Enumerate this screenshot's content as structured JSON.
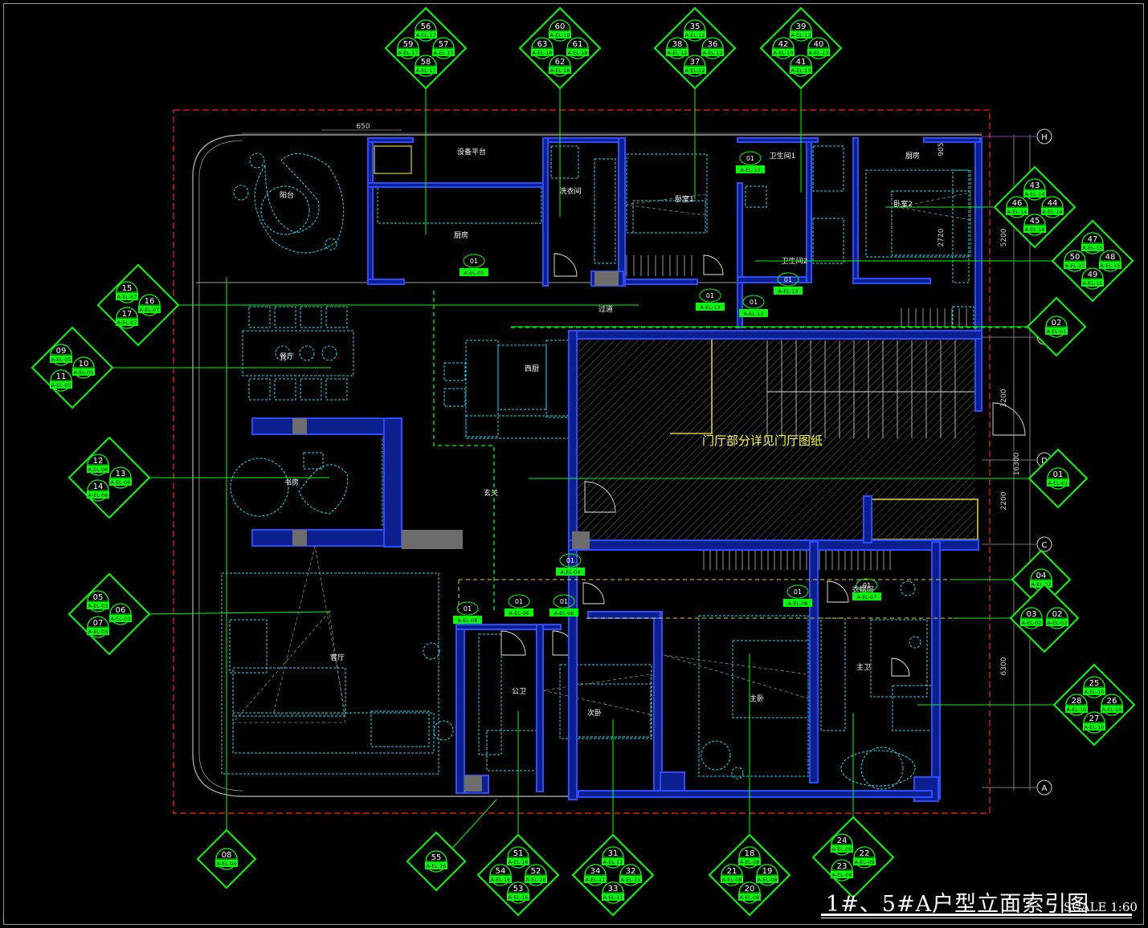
{
  "title": "1#、5#A户型立面索引图",
  "scale": "SCALE  1:60",
  "note": "门厅部分详见门厅图纸",
  "colors": {
    "background": "#000000",
    "wall": "#2b4cff",
    "index_marker": "#00ff00",
    "furniture": "#00e5ff",
    "dim": "#9e9e9e",
    "boundary": "#ff2020",
    "note": "#ffff3c"
  },
  "dimension_top": "650",
  "grid_marks": [
    "H",
    "E",
    "D",
    "C",
    "A"
  ],
  "dimensions_right": [
    "5200",
    "3200",
    "16300",
    "2200",
    "6300",
    "2720",
    "905"
  ],
  "rooms": [
    "阳台",
    "设备平台",
    "厨房",
    "洗衣间",
    "卧室1",
    "卫生间1",
    "卫生间2",
    "厨房",
    "卧室2",
    "过道",
    "餐厅",
    "西厨",
    "书房",
    "玄关",
    "客厅",
    "公卫",
    "次卧",
    "主卧",
    "衣帽间",
    "主卫"
  ],
  "small_labels": [
    {
      "num": "01",
      "ref": "A-EL-05"
    },
    {
      "num": "01",
      "ref": "A-EL-13"
    },
    {
      "num": "01",
      "ref": "A-EL-13"
    },
    {
      "num": "01",
      "ref": "A-EL-13"
    },
    {
      "num": "01",
      "ref": "A-EL-13"
    },
    {
      "num": "01",
      "ref": "A-EL-04"
    },
    {
      "num": "01",
      "ref": "A-EL-08"
    },
    {
      "num": "01",
      "ref": "A-EL-08"
    },
    {
      "num": "01",
      "ref": "A-EL-08"
    },
    {
      "num": "01",
      "ref": "A-EL-08"
    },
    {
      "num": "01",
      "ref": "A-EL-07"
    }
  ],
  "index_markers": [
    {
      "nums": [
        "56",
        "59",
        "57",
        "58"
      ],
      "ref": "A-EL-17"
    },
    {
      "nums": [
        "60",
        "63",
        "61",
        "62"
      ],
      "ref": "A-EL-18"
    },
    {
      "nums": [
        "35",
        "38",
        "36",
        "37"
      ],
      "ref": "A-EL-12"
    },
    {
      "nums": [
        "39",
        "42",
        "40",
        "41"
      ],
      "ref": "A-EL-13"
    },
    {
      "nums": [
        "43",
        "46",
        "44",
        "45"
      ],
      "ref": "A-EL-14"
    },
    {
      "nums": [
        "47",
        "50",
        "48",
        "49"
      ],
      "ref": "A-EL-15"
    },
    {
      "nums": [
        "15",
        "16",
        "17"
      ],
      "ref": "A-EL-07"
    },
    {
      "nums": [
        "09",
        "10",
        "11"
      ],
      "ref": "A-EL-05"
    },
    {
      "nums": [
        "02"
      ],
      "ref": "A-EL-01"
    },
    {
      "nums": [
        "12",
        "13",
        "14"
      ],
      "ref": "A-EL-06"
    },
    {
      "nums": [
        "01"
      ],
      "ref": "A-EL-01"
    },
    {
      "nums": [
        "05",
        "06",
        "07"
      ],
      "ref": "A-EL-03"
    },
    {
      "nums": [
        "04"
      ],
      "ref": "A-EL-02"
    },
    {
      "nums": [
        "03",
        "02"
      ],
      "ref": "A-EL-02"
    },
    {
      "nums": [
        "25",
        "28",
        "26",
        "27"
      ],
      "ref": "A-EL-10"
    },
    {
      "nums": [
        "08"
      ],
      "ref": "A-EL-04"
    },
    {
      "nums": [
        "55"
      ],
      "ref": "A-EL-16"
    },
    {
      "nums": [
        "51",
        "54",
        "52",
        "53"
      ],
      "ref": "A-EL-16"
    },
    {
      "nums": [
        "31",
        "34",
        "32",
        "33"
      ],
      "ref": "A-EL-11"
    },
    {
      "nums": [
        "18",
        "21",
        "19",
        "20"
      ],
      "ref": "A-EL-08"
    },
    {
      "nums": [
        "24",
        "22",
        "23"
      ],
      "ref": "A-EL-09"
    }
  ]
}
